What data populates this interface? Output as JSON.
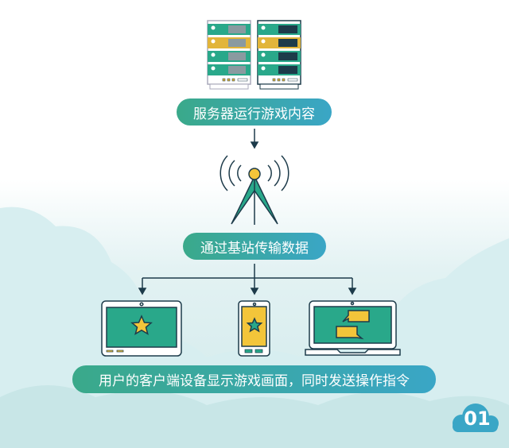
{
  "steps": [
    {
      "label": "服务器运行游戏内容"
    },
    {
      "label": "通过基站传输数据"
    },
    {
      "label": "用户的客户端设备显示游戏画面，同时发送操作指令"
    }
  ],
  "badge": "01",
  "colors": {
    "teal": "#29a88a",
    "yellow": "#f3c53a",
    "dark": "#1d3b4a",
    "blue": "#3aa6c6"
  }
}
